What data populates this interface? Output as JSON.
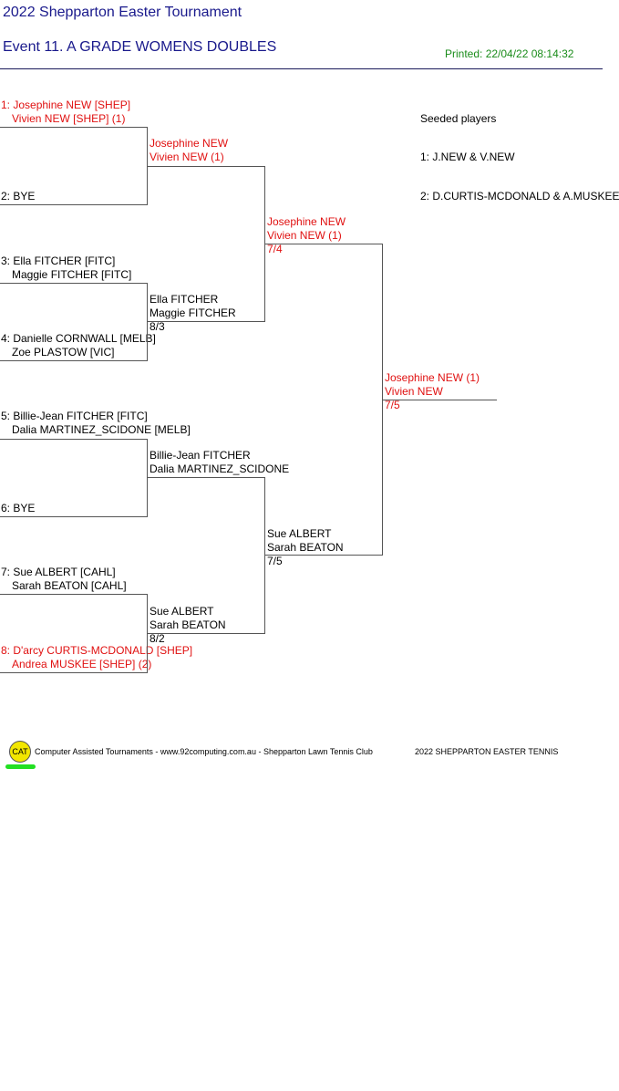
{
  "header": {
    "tournament": "2022 Shepparton Easter Tournament",
    "event": "Event 11. A GRADE WOMENS DOUBLES",
    "printed": "Printed: 22/04/22 08:14:32"
  },
  "round1": [
    {
      "l1": "1: Josephine NEW [SHEP]",
      "l2": "Vivien NEW [SHEP] (1)"
    },
    {
      "l1": "2: BYE",
      "l2": ""
    },
    {
      "l1": "3: Ella FITCHER [FITC]",
      "l2": "Maggie FITCHER [FITC]"
    },
    {
      "l1": "4: Danielle CORNWALL [MELB]",
      "l2": "Zoe PLASTOW [VIC]"
    },
    {
      "l1": "5: Billie-Jean FITCHER [FITC]",
      "l2": "Dalia MARTINEZ_SCIDONE [MELB]"
    },
    {
      "l1": "6: BYE",
      "l2": ""
    },
    {
      "l1": "7: Sue ALBERT [CAHL]",
      "l2": "Sarah BEATON [CAHL]"
    },
    {
      "l1": "8: D'arcy CURTIS-MCDONALD [SHEP]",
      "l2": "Andrea MUSKEE [SHEP] (2)"
    }
  ],
  "round2": [
    {
      "l1": "Josephine NEW",
      "l2": "Vivien NEW (1)",
      "score": ""
    },
    {
      "l1": "Ella FITCHER",
      "l2": "Maggie FITCHER",
      "score": "8/3"
    },
    {
      "l1": "Billie-Jean FITCHER",
      "l2": "Dalia MARTINEZ_SCIDONE",
      "score": ""
    },
    {
      "l1": "Sue ALBERT",
      "l2": "Sarah BEATON",
      "score": "8/2"
    }
  ],
  "semis": [
    {
      "l1": "Josephine NEW",
      "l2": "Vivien NEW (1)",
      "score": "7/4"
    },
    {
      "l1": "Sue ALBERT",
      "l2": "Sarah BEATON",
      "score": "7/5"
    }
  ],
  "final": {
    "l1": "Josephine NEW (1)",
    "l2": "Vivien NEW",
    "score": "7/5"
  },
  "seeds": {
    "title": "Seeded players",
    "items": [
      "1: J.NEW & V.NEW",
      "2: D.CURTIS-MCDONALD & A.MUSKEE"
    ]
  },
  "footer": {
    "logo": "CAT",
    "credit": "Computer Assisted Tournaments - www.92computing.com.au -  Shepparton Lawn Tennis Club",
    "right": "2022 SHEPPARTON EASTER TENNIS"
  }
}
